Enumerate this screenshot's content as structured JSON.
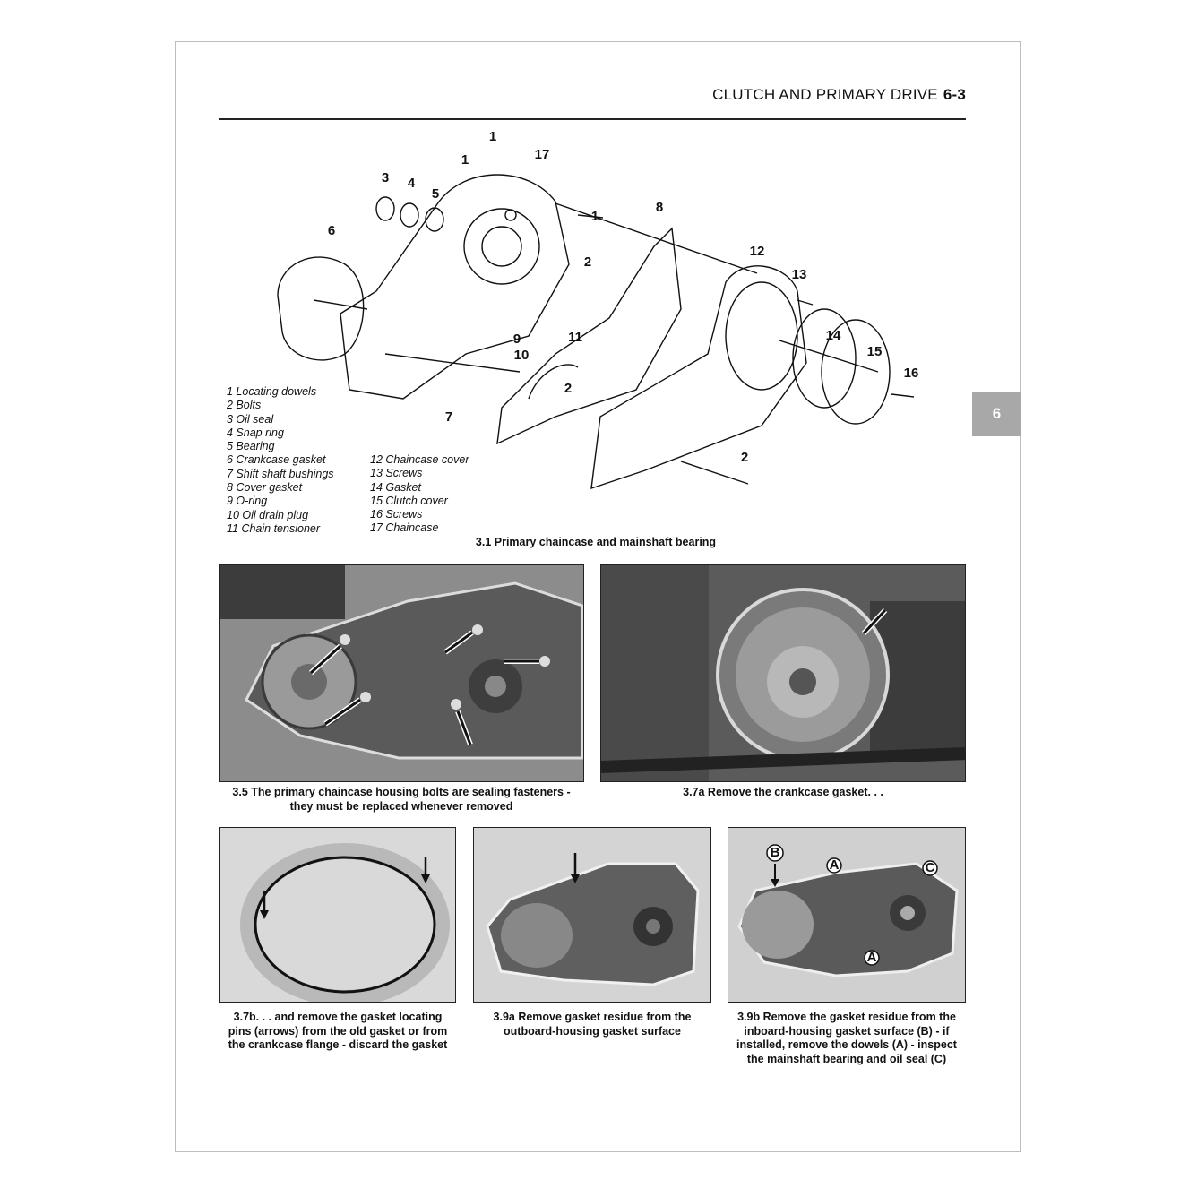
{
  "header": {
    "title": "CLUTCH AND PRIMARY DRIVE",
    "page_number": "6-3"
  },
  "chapter_tab": "6",
  "diagram": {
    "callouts": [
      "1",
      "1",
      "17",
      "3",
      "4",
      "5",
      "1",
      "8",
      "2",
      "6",
      "12",
      "13",
      "9",
      "10",
      "11",
      "14",
      "15",
      "16",
      "2",
      "7",
      "2"
    ]
  },
  "legend_left": [
    "1 Locating dowels",
    "2 Bolts",
    "3 Oil seal",
    "4 Snap ring",
    "5 Bearing",
    "6 Crankcase gasket",
    "7 Shift shaft bushings",
    "8 Cover gasket",
    "9 O-ring",
    "10 Oil drain plug",
    "11 Chain tensioner"
  ],
  "legend_right": [
    "12 Chaincase cover",
    "13 Screws",
    "14 Gasket",
    "15 Clutch cover",
    "16 Screws",
    "17 Chaincase"
  ],
  "captions": {
    "fig_3_1": "3.1 Primary chaincase and mainshaft bearing",
    "fig_3_5_line1": "3.5 The primary chaincase housing bolts are sealing fasteners -",
    "fig_3_5_line2": "they must be replaced whenever removed",
    "fig_3_7a": "3.7a Remove the crankcase gasket. . .",
    "fig_3_7b_line1": "3.7b. . . and remove the gasket locating",
    "fig_3_7b_line2": "pins (arrows) from the old gasket or from",
    "fig_3_7b_line3": "the crankcase flange - discard the gasket",
    "fig_3_9a_line1": "3.9a Remove gasket residue from the",
    "fig_3_9a_line2": "outboard-housing gasket surface",
    "fig_3_9b_line1": "3.9b Remove the gasket residue from the",
    "fig_3_9b_line2": "inboard-housing gasket surface (B) - if",
    "fig_3_9b_line3": "installed, remove the dowels (A) - inspect",
    "fig_3_9b_line4": "the mainshaft bearing and oil seal (C)"
  },
  "photo_labels": {
    "a1": "A",
    "a2": "A",
    "b": "B",
    "c": "C"
  }
}
